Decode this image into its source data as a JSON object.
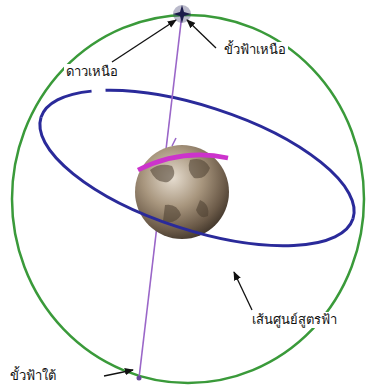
{
  "diagram": {
    "labels": [
      "ดาวเหนือ",
      "ขั้วฟ้าเหนือ",
      "เส้นศูนย์สูตรฟ้า",
      "ขั้วฟ้าใต้"
    ]
  }
}
